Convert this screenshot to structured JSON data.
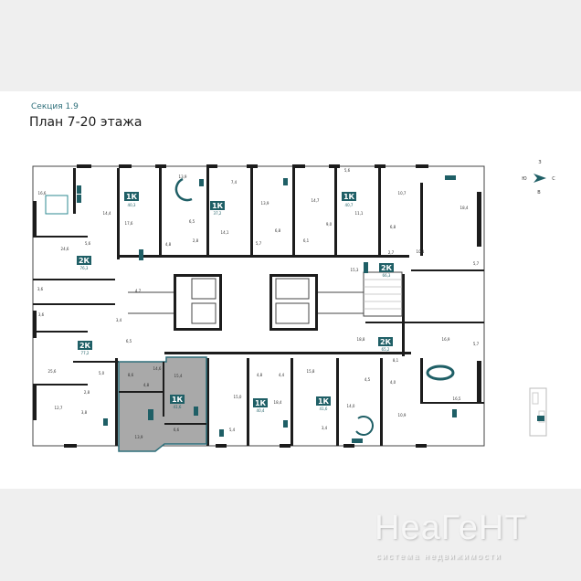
{
  "header": {
    "section": "Секция 1.9",
    "title": "План 7-20 этажа"
  },
  "compass": {
    "north": "С",
    "south": "Ю",
    "west": "З",
    "east": "В"
  },
  "apartments": [
    {
      "type": "1К",
      "area": "40,3"
    },
    {
      "type": "1К",
      "area": "37,2"
    },
    {
      "type": "1К",
      "area": "40,7"
    },
    {
      "type": "2К",
      "area": "76,3"
    },
    {
      "type": "2К",
      "area": "66,3"
    },
    {
      "type": "2К",
      "area": "77,2"
    },
    {
      "type": "2К",
      "area": "65,2"
    },
    {
      "type": "1К",
      "area": "41,6",
      "highlighted": true
    },
    {
      "type": "1К",
      "area": "40,4"
    },
    {
      "type": "1К",
      "area": "41,6"
    }
  ],
  "room_areas": [
    "16,6",
    "14,4",
    "5,6",
    "3,6",
    "17,6",
    "13,9",
    "4,8",
    "6,5",
    "2,8",
    "7,4",
    "14,1",
    "13,9",
    "5,7",
    "6,8",
    "14,7",
    "5,6",
    "11,1",
    "9,0",
    "6,1",
    "10,7",
    "6,8",
    "2,7",
    "18,4",
    "10,1",
    "5,7",
    "15,3",
    "24,6",
    "3,6",
    "4,7",
    "6,5",
    "3,4",
    "25,6",
    "12,7",
    "3,8",
    "5,0",
    "2,8",
    "13,9",
    "14,6",
    "8,6",
    "4,8",
    "15,4",
    "6,6",
    "15,0",
    "5,4",
    "4,8",
    "4,4",
    "18,4",
    "15,8",
    "3,4",
    "14,0",
    "10,9",
    "16,9",
    "8,1",
    "4,5",
    "4,0",
    "16,5",
    "5,7",
    "18,8"
  ],
  "colors": {
    "accent": "#1f5f66",
    "highlight_fill": "#a9a9a9",
    "highlight_border": "#2e6f7a",
    "wall": "#1c1c1c"
  },
  "watermark": {
    "brand": "НеаГеНТ",
    "tagline": "система недвижимости"
  }
}
